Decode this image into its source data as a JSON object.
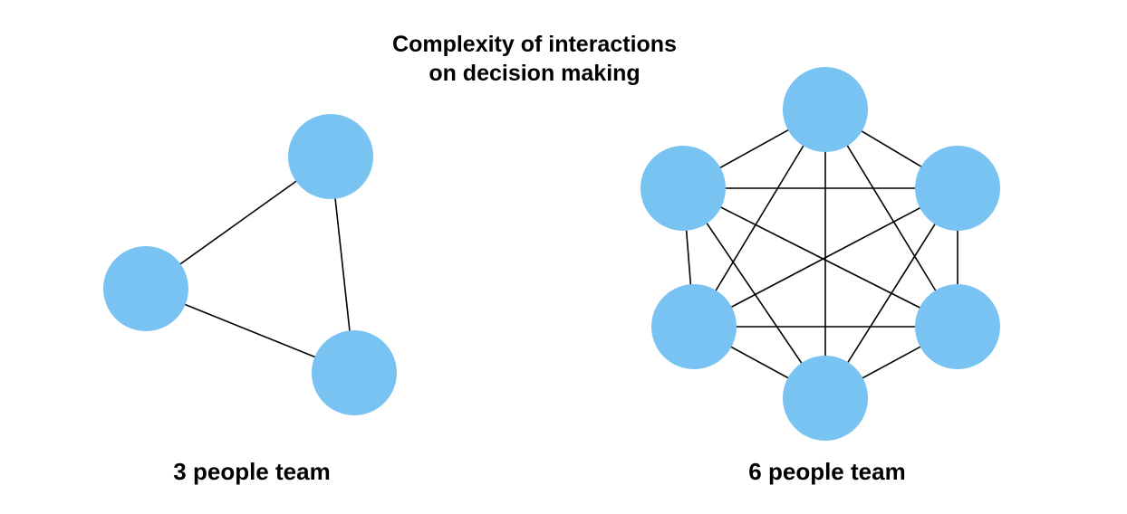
{
  "title": {
    "line1": "Complexity of interactions",
    "line2": "on decision making"
  },
  "teams": [
    {
      "label": "3 people team",
      "members": 3
    },
    {
      "label": "6 people team",
      "members": 6
    }
  ],
  "colors": {
    "node": "#79C3F2",
    "edge": "#000000",
    "background": "#FFFFFF"
  }
}
